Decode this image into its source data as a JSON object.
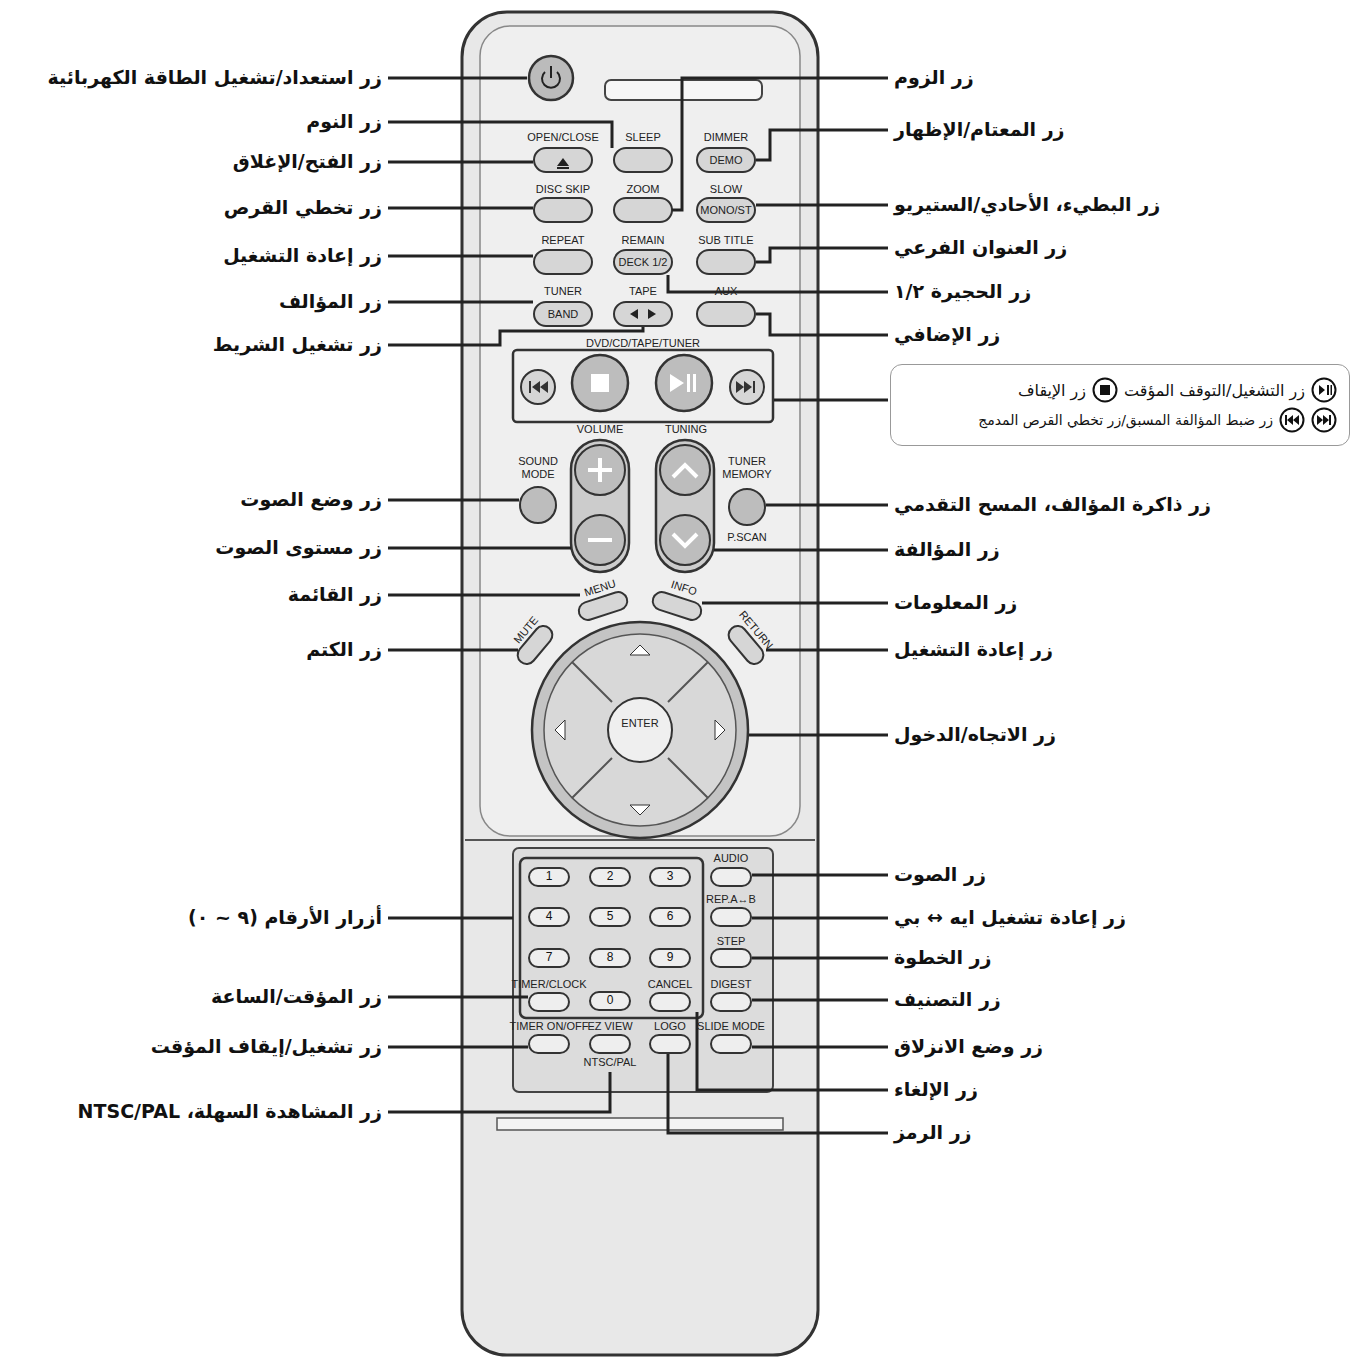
{
  "diagram": {
    "nodes": [
      {
        "text": [
          "زر التشغيل/التوقف المؤقت",
          "زر الإيقاف",
          "زر ضبط المؤالفة المسبق/زر تخطي القرص المدمج"
        ]
      }
    ],
    "labels": [
      "زر استعداد/تشغيل الطاقة الكهربائية",
      "زر النوم",
      "زر الفتح/الإغلاق",
      "زر تخطي القرص",
      "زر إعادة التشغيل",
      "زر المؤالف",
      "زر تشغيل الشريط",
      "زر وضع الصوت",
      "زر مستوى الصوت",
      "زر القائمة",
      "زر الكتم",
      "أزرار الأرقام (٩ ~ ٠)",
      "زر المؤقت/الساعة",
      "زر تشغيل/إيقاف المؤقت",
      "زر المشاهدة السهلة، NTSC/PAL",
      "زر الزوم",
      "زر المعتام/الإظهار",
      "زر البطيء، الأحادي/الستيريو",
      "زر العنوان الفرعي",
      "زر الحجيرة ١/٢",
      "زر الإضافي",
      "زر ذاكرة المؤالف، المسح التقدمي",
      "زر المؤالفة",
      "زر المعلومات",
      "زر إعادة التشغيل",
      "زر الاتجاه/الدخول",
      "زر الصوت",
      "زر إعادة تشغيل ايه ↔ بي",
      "زر الخطوة",
      "زر التصنيف",
      "زر وضع الانزلاق",
      "زر الإلغاء",
      "زر الرمز",
      "OPEN/CLOSE",
      "SLEEP",
      "DIMMER",
      "DEMO",
      "DISC SKIP",
      "ZOOM",
      "SLOW",
      "MONO/ST",
      "REPEAT",
      "REMAIN",
      "DECK 1/2",
      "SUB TITLE",
      "TUNER",
      "BAND",
      "TAPE",
      "AUX",
      "DVD/CD/TAPE/TUNER",
      "VOLUME",
      "TUNING",
      "SOUND MODE",
      "TUNER MEMORY",
      "P.SCAN",
      "MENU",
      "INFO",
      "MUTE",
      "RETURN",
      "ENTER",
      "AUDIO",
      "REP.A↔B",
      "STEP",
      "DIGEST",
      "SLIDE MODE",
      "TIMER/CLOCK",
      "CANCEL",
      "TIMER ON/OFF",
      "EZ VIEW",
      "NTSC/PAL",
      "LOGO",
      "1",
      "2",
      "3",
      "4",
      "5",
      "6",
      "7",
      "8",
      "9",
      "0"
    ]
  }
}
